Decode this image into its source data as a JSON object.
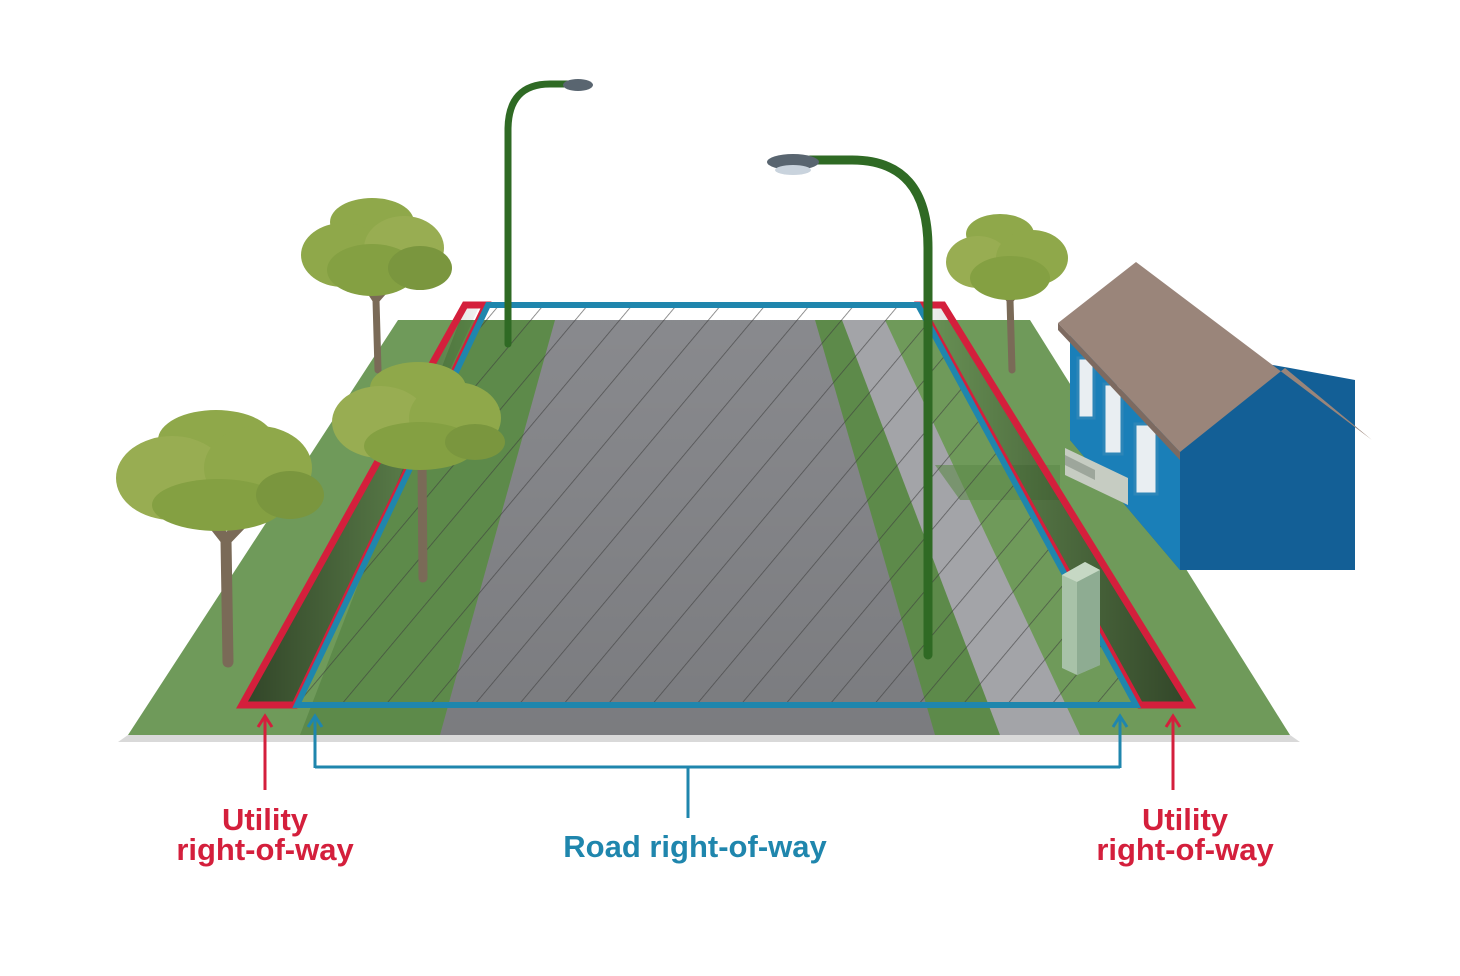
{
  "labels": {
    "utility_left": [
      "Utility",
      "right-of-way"
    ],
    "road": "Road right-of-way",
    "utility_right": [
      "Utility",
      "right-of-way"
    ]
  },
  "colors": {
    "utility_outline": "#d41f3c",
    "road_outline": "#1f86ad",
    "grass": "#6f9a5a",
    "road_surface": "#8c8d91",
    "sidewalk": "#a3a4a8",
    "tree_canopy": "#8fa84a",
    "tree_trunk": "#7a6a57",
    "lamp_post": "#2f6a24",
    "house_wall": "#135f96",
    "house_roof": "#9a857a"
  },
  "icons": [
    "tree-icon",
    "street-lamp-icon",
    "house-icon",
    "utility-box-icon"
  ]
}
